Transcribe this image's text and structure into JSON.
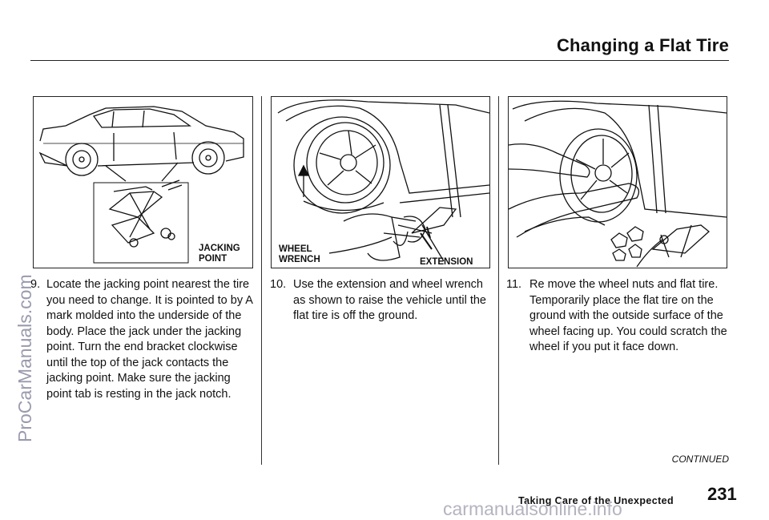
{
  "header": {
    "title": "Changing a Flat Tire"
  },
  "figures": {
    "jack_point": {
      "label": "JACKING\nPOINT"
    },
    "wrench": {
      "wrench_label": "WHEEL\nWRENCH",
      "extension_label": "EXTENSION"
    }
  },
  "steps": [
    {
      "number": "9.",
      "text": "Locate the jacking point nearest the tire you need to change. It is pointed to by A mark molded into the underside of the body. Place the jack under the jacking point. Turn the end bracket clockwise until the top of the jack contacts the jacking point. Make sure the jacking point tab is resting in the jack notch."
    },
    {
      "number": "10.",
      "text": "Use the extension and wheel wrench as shown to raise the vehicle until the flat tire is off the ground."
    },
    {
      "number": "11.",
      "text": "Re move the wheel nuts and flat tire. Temporarily place the flat tire on the ground with the outside surface of the wheel facing up. You could scratch the wheel if you put it face down."
    }
  ],
  "continued": "CONTINUED",
  "footer": {
    "section": "Taking Care of the Unexpected",
    "page": "231"
  },
  "watermarks": {
    "side": "ProCarManuals.com",
    "bottom": "carmanualsonline.info"
  }
}
